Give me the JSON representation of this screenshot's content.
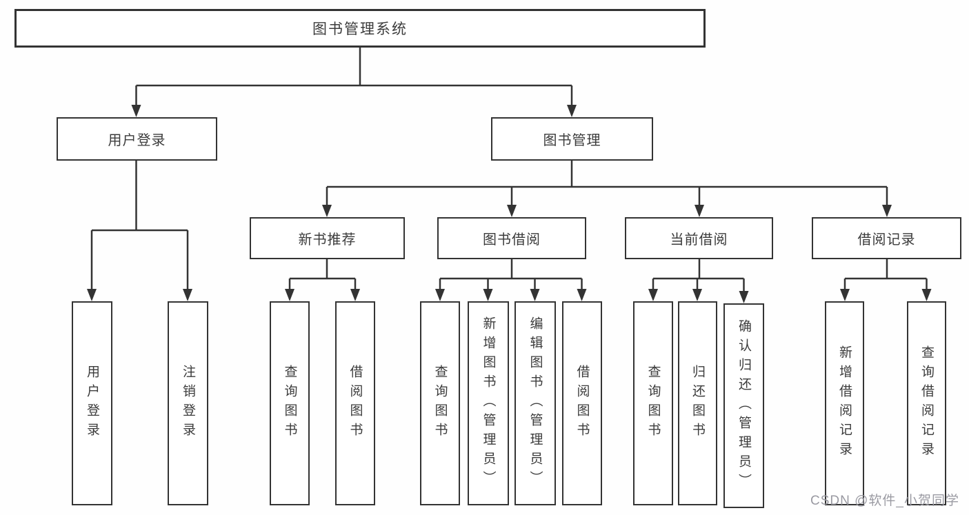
{
  "tree": {
    "root": "图书管理系统",
    "branches": [
      {
        "label": "用户登录",
        "children": [
          "用户登录",
          "注销登录"
        ]
      },
      {
        "label": "图书管理",
        "groups": [
          {
            "label": "新书推荐",
            "children": [
              "查询图书",
              "借阅图书"
            ]
          },
          {
            "label": "图书借阅",
            "children": [
              "查询图书",
              "新增图书（管理员）",
              "编辑图书（管理员）",
              "借阅图书"
            ]
          },
          {
            "label": "当前借阅",
            "children": [
              "查询图书",
              "归还图书",
              "确认归还（管理员）"
            ]
          },
          {
            "label": "借阅记录",
            "children": [
              "新增借阅记录",
              "查询借阅记录"
            ]
          }
        ]
      }
    ]
  },
  "watermark": "CSDN @软件_小贺同学",
  "colors": {
    "line": "#333333",
    "border": "#333333",
    "text": "#3b3b3b",
    "watermark": "#9a9aa2",
    "background": "#fefefe"
  }
}
